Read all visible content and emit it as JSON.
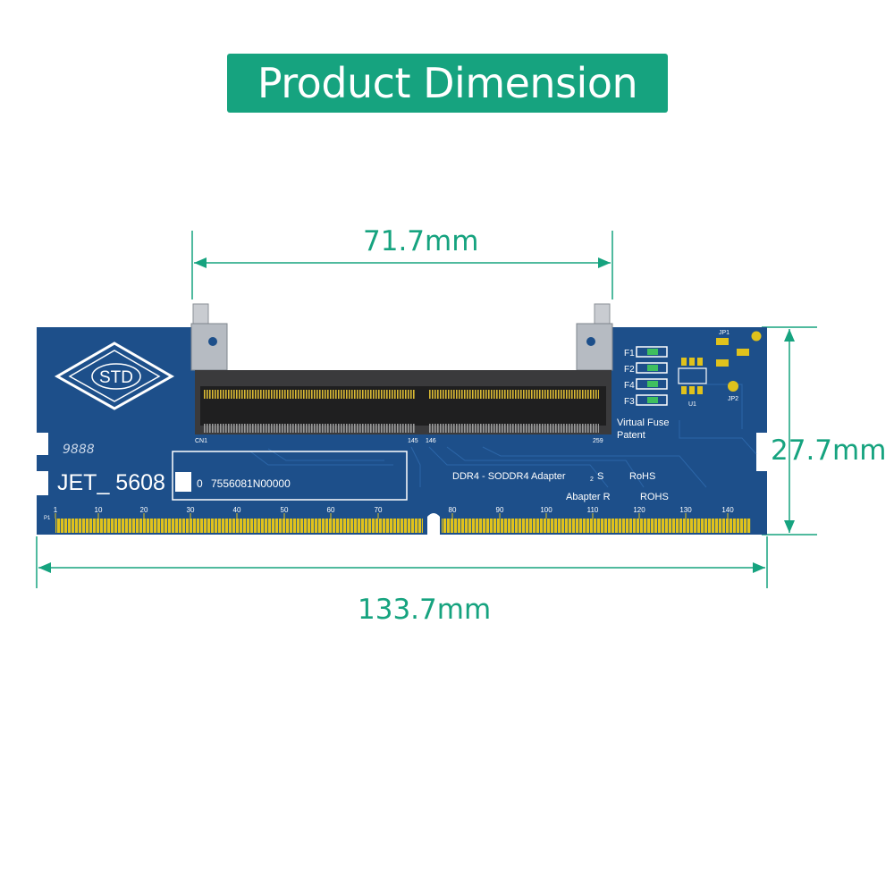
{
  "header": {
    "title": "Product Dimension"
  },
  "dimensions": {
    "connector_width": "71.7mm",
    "board_height": "27.7mm",
    "board_width": "133.7mm"
  },
  "board": {
    "logo_text": "STD",
    "digits": "9888",
    "model_text": "JET_ 5608",
    "label_box_zero": "0",
    "serial": "7556081N00000",
    "desc_line1": "DDR4 - SODDR4  Adapter",
    "desc_line1_sub": "2",
    "desc_line1_suffix": "S",
    "rohs1": "RoHS",
    "desc_line2": "Abapter   R",
    "rohs2": "ROHS",
    "virtual_fuse": "Virtual  Fuse",
    "patent": "Patent",
    "cn1": "CN1",
    "pin_145": "145",
    "pin_146": "146",
    "pin_259": "259",
    "fuses": [
      "F1",
      "F2",
      "F4",
      "F3"
    ],
    "u1": "U1",
    "jp1": "JP1",
    "jp2": "JP2",
    "p1": "P1",
    "pin_scale": [
      "1",
      "10",
      "20",
      "30",
      "40",
      "50",
      "60",
      "70",
      "80",
      "90",
      "100",
      "110",
      "120",
      "130",
      "140"
    ]
  },
  "colors": {
    "accent": "#16a37f",
    "pcb": "#1d4f8a",
    "gold": "#e0c21c"
  }
}
